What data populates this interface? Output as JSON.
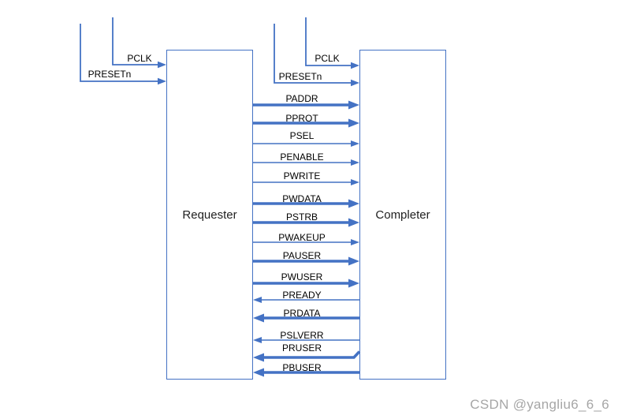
{
  "diagram": {
    "requester_label": "Requester",
    "completer_label": "Completer",
    "accent_color": "#4472C4",
    "text_color": "#000000"
  },
  "clocks": [
    {
      "id": "requester-pclk",
      "target": "Requester",
      "label": "PCLK"
    },
    {
      "id": "requester-presetn",
      "target": "Requester",
      "label": "PRESETn"
    },
    {
      "id": "completer-pclk",
      "target": "Completer",
      "label": "PCLK"
    },
    {
      "id": "completer-presetn",
      "target": "Completer",
      "label": "PRESETn"
    }
  ],
  "signals": [
    {
      "name": "PADDR",
      "direction": "requester-to-completer",
      "width": "bus"
    },
    {
      "name": "PPROT",
      "direction": "requester-to-completer",
      "width": "bus"
    },
    {
      "name": "PSEL",
      "direction": "requester-to-completer",
      "width": "single"
    },
    {
      "name": "PENABLE",
      "direction": "requester-to-completer",
      "width": "single"
    },
    {
      "name": "PWRITE",
      "direction": "requester-to-completer",
      "width": "single"
    },
    {
      "name": "PWDATA",
      "direction": "requester-to-completer",
      "width": "bus"
    },
    {
      "name": "PSTRB",
      "direction": "requester-to-completer",
      "width": "bus"
    },
    {
      "name": "PWAKEUP",
      "direction": "requester-to-completer",
      "width": "single"
    },
    {
      "name": "PAUSER",
      "direction": "requester-to-completer",
      "width": "bus"
    },
    {
      "name": "PWUSER",
      "direction": "requester-to-completer",
      "width": "bus"
    },
    {
      "name": "PREADY",
      "direction": "completer-to-requester",
      "width": "single"
    },
    {
      "name": "PRDATA",
      "direction": "completer-to-requester",
      "width": "bus"
    },
    {
      "name": "PSLVERR",
      "direction": "completer-to-requester",
      "width": "single"
    },
    {
      "name": "PRUSER",
      "direction": "completer-to-requester",
      "width": "bus"
    },
    {
      "name": "PBUSER",
      "direction": "completer-to-requester",
      "width": "bus"
    }
  ],
  "watermark": {
    "text": "CSDN @yangliu6_6_6",
    "color": "#A6A6A6"
  }
}
